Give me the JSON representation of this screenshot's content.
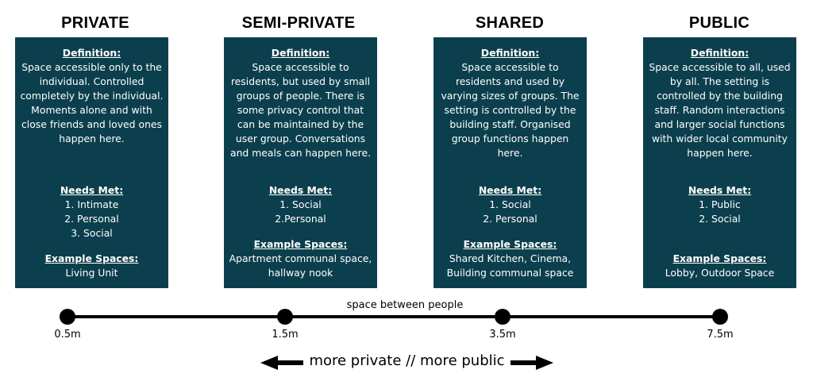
{
  "columns": [
    {
      "heading": "PRIVATE",
      "definition_title": "Definition:",
      "definition": "Space accessible only to the individual. Controlled completely by the individual.  Moments alone and with close friends and loved ones happen here.",
      "needs_title": "Needs Met:",
      "needs": [
        "1. Intimate",
        "2. Personal",
        "3. Social"
      ],
      "examples_title": "Example Spaces:",
      "examples": "Living Unit"
    },
    {
      "heading": "SEMI-PRIVATE",
      "definition_title": "Definition:",
      "definition": "Space accessible to residents, but used by small groups of people. There is some privacy control that can be maintained by the user group. Conversations and meals can happen here.",
      "needs_title": "Needs Met:",
      "needs": [
        "1. Social",
        "2.Personal"
      ],
      "examples_title": "Example Spaces:",
      "examples": "Apartment communal space, hallway nook"
    },
    {
      "heading": "SHARED",
      "definition_title": "Definition:",
      "definition": "Space accessible to residents and used by varying sizes of groups. The setting is controlled by the building staff. Organised group functions happen here.",
      "needs_title": "Needs Met:",
      "needs": [
        "1. Social",
        "2. Personal"
      ],
      "examples_title": "Example Spaces:",
      "examples": "Shared Kitchen, Cinema, Building communal space"
    },
    {
      "heading": "PUBLIC",
      "definition_title": "Definition:",
      "definition": "Space accessible to all, used by all. The setting is controlled by the building staff. Random interactions and larger social functions with wider local community happen here.",
      "needs_title": "Needs Met:",
      "needs": [
        "1. Public",
        "2. Social"
      ],
      "examples_title": "Example Spaces:",
      "examples": "Lobby, Outdoor Space"
    }
  ],
  "scale": {
    "title": "space between people",
    "ticks": [
      "0.5m",
      "1.5m",
      "3.5m",
      "7.5m"
    ]
  },
  "direction_label": "more private // more public",
  "colors": {
    "card_bg": "#0c3f4d",
    "card_text": "#ffffff",
    "line": "#000000"
  }
}
